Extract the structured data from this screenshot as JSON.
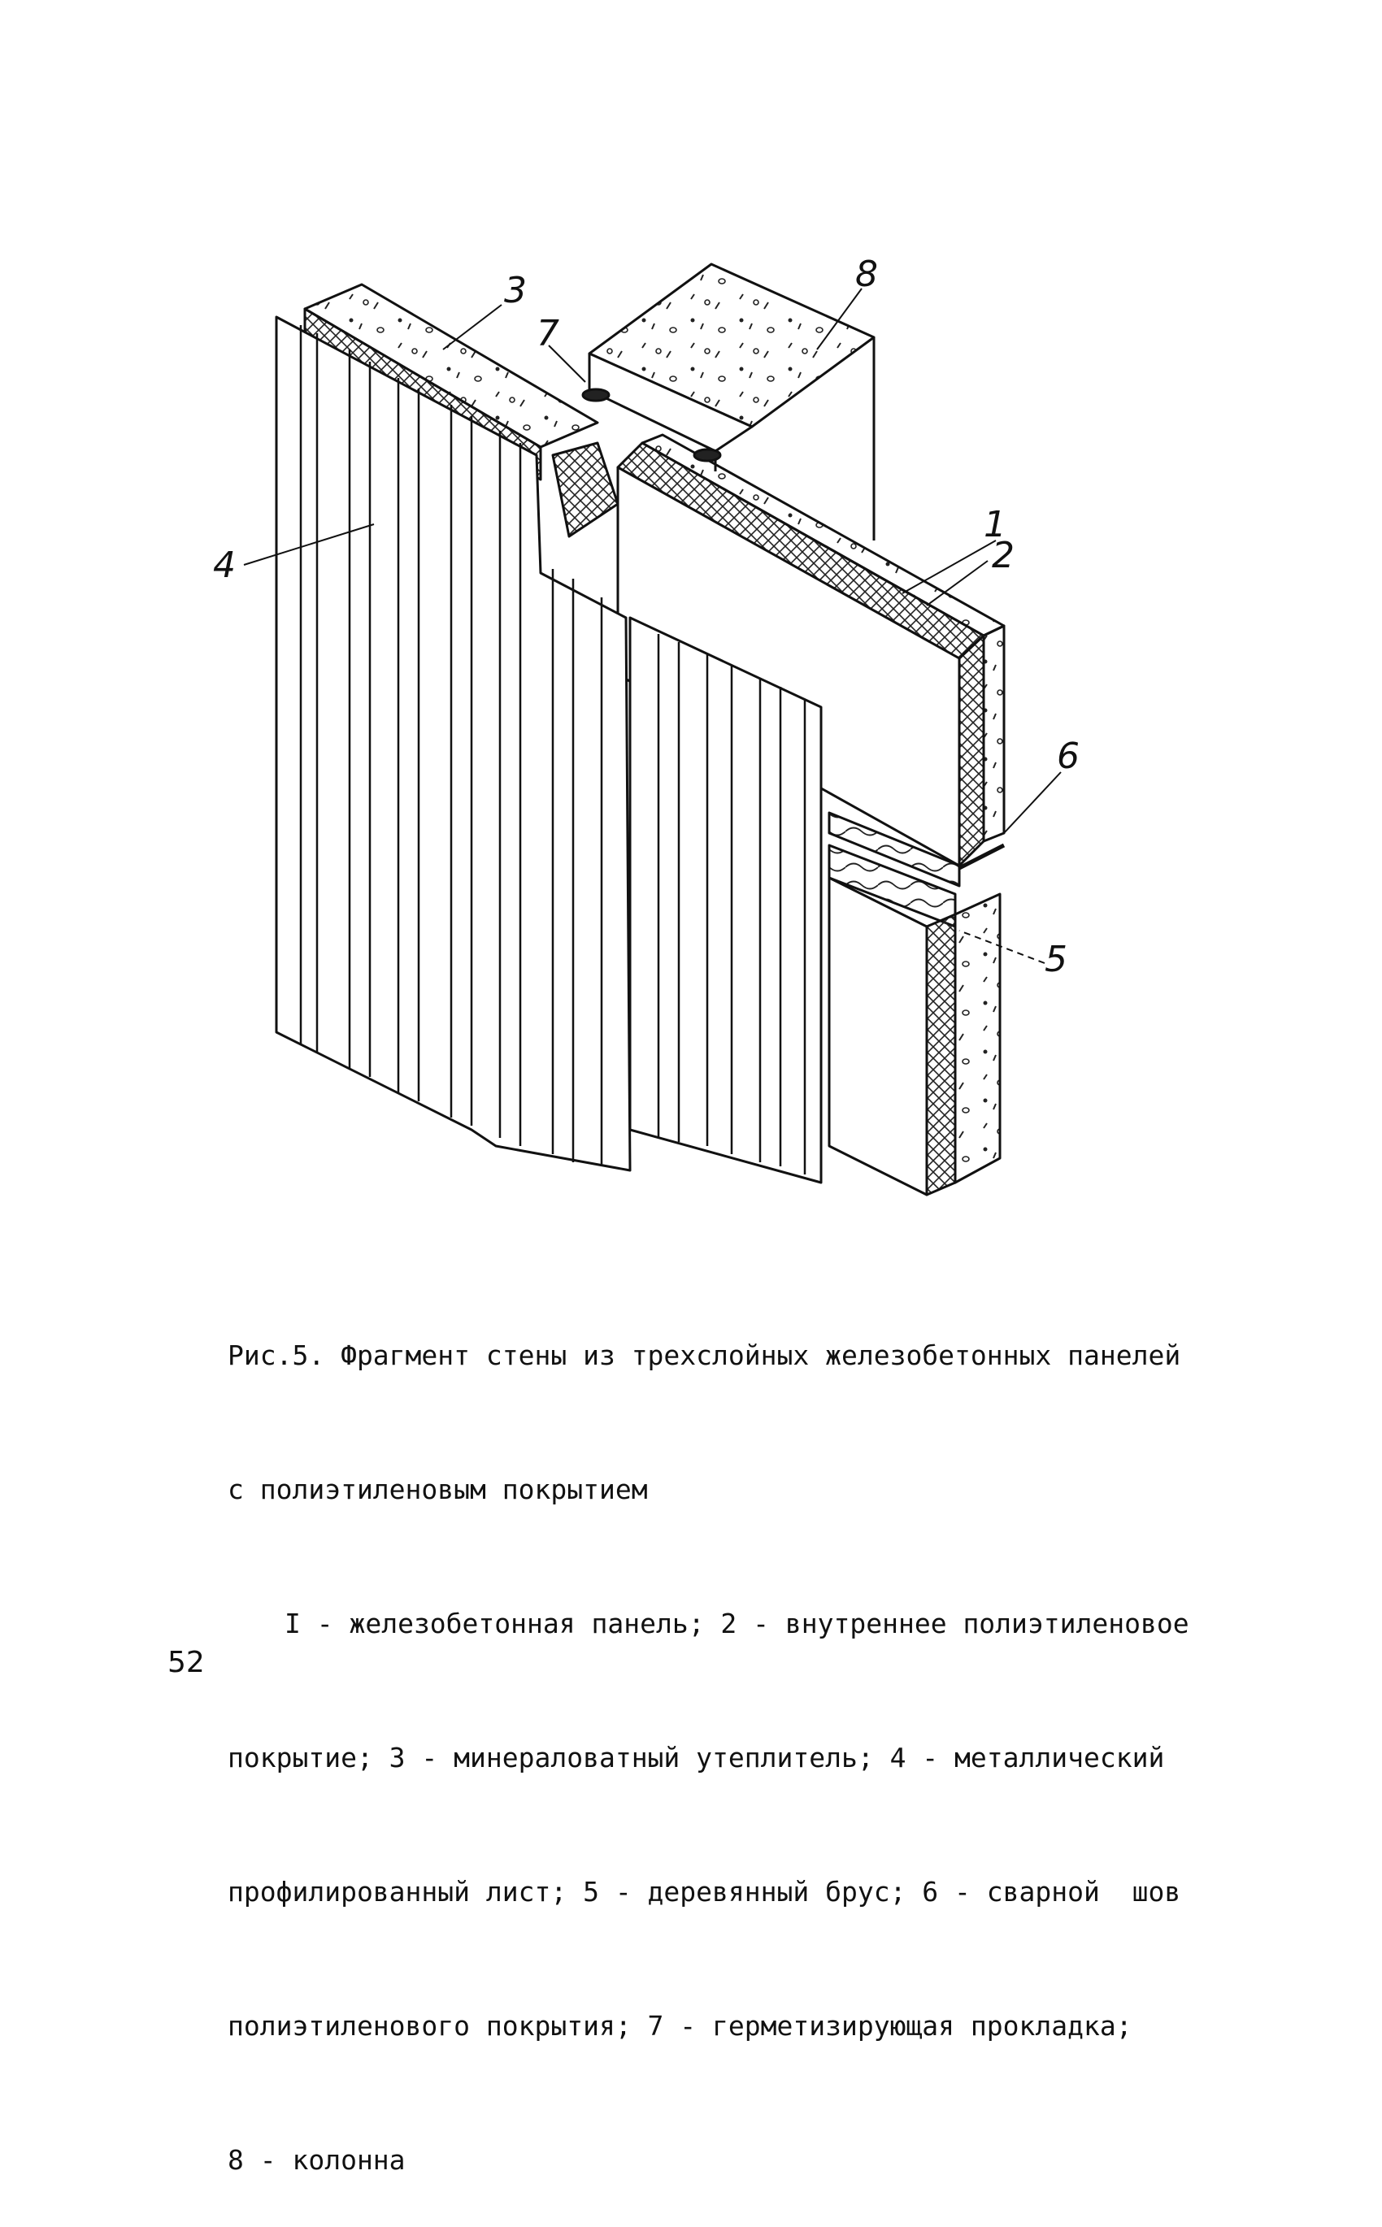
{
  "figure": {
    "callouts": [
      "8",
      "3",
      "7",
      "4",
      "1",
      "2",
      "6",
      "5"
    ]
  },
  "caption": {
    "title_line1": "Рис.5. Фрагмент стены из трехслойных железобетонных панелей",
    "title_line2": "с полиэтиленовым покрытием",
    "legend_lines": [
      "I - железобетонная панель; 2 - внутреннее полиэтиленовое",
      "покрытие; 3 - минераловатный утеплитель; 4 - металлический",
      "профилированный лист; 5 - деревянный брус; 6 - сварной  шов",
      "полиэтиленового покрытия; 7 - герметизирующая прокладка;",
      "8 - колонна"
    ]
  },
  "page_number": "52"
}
